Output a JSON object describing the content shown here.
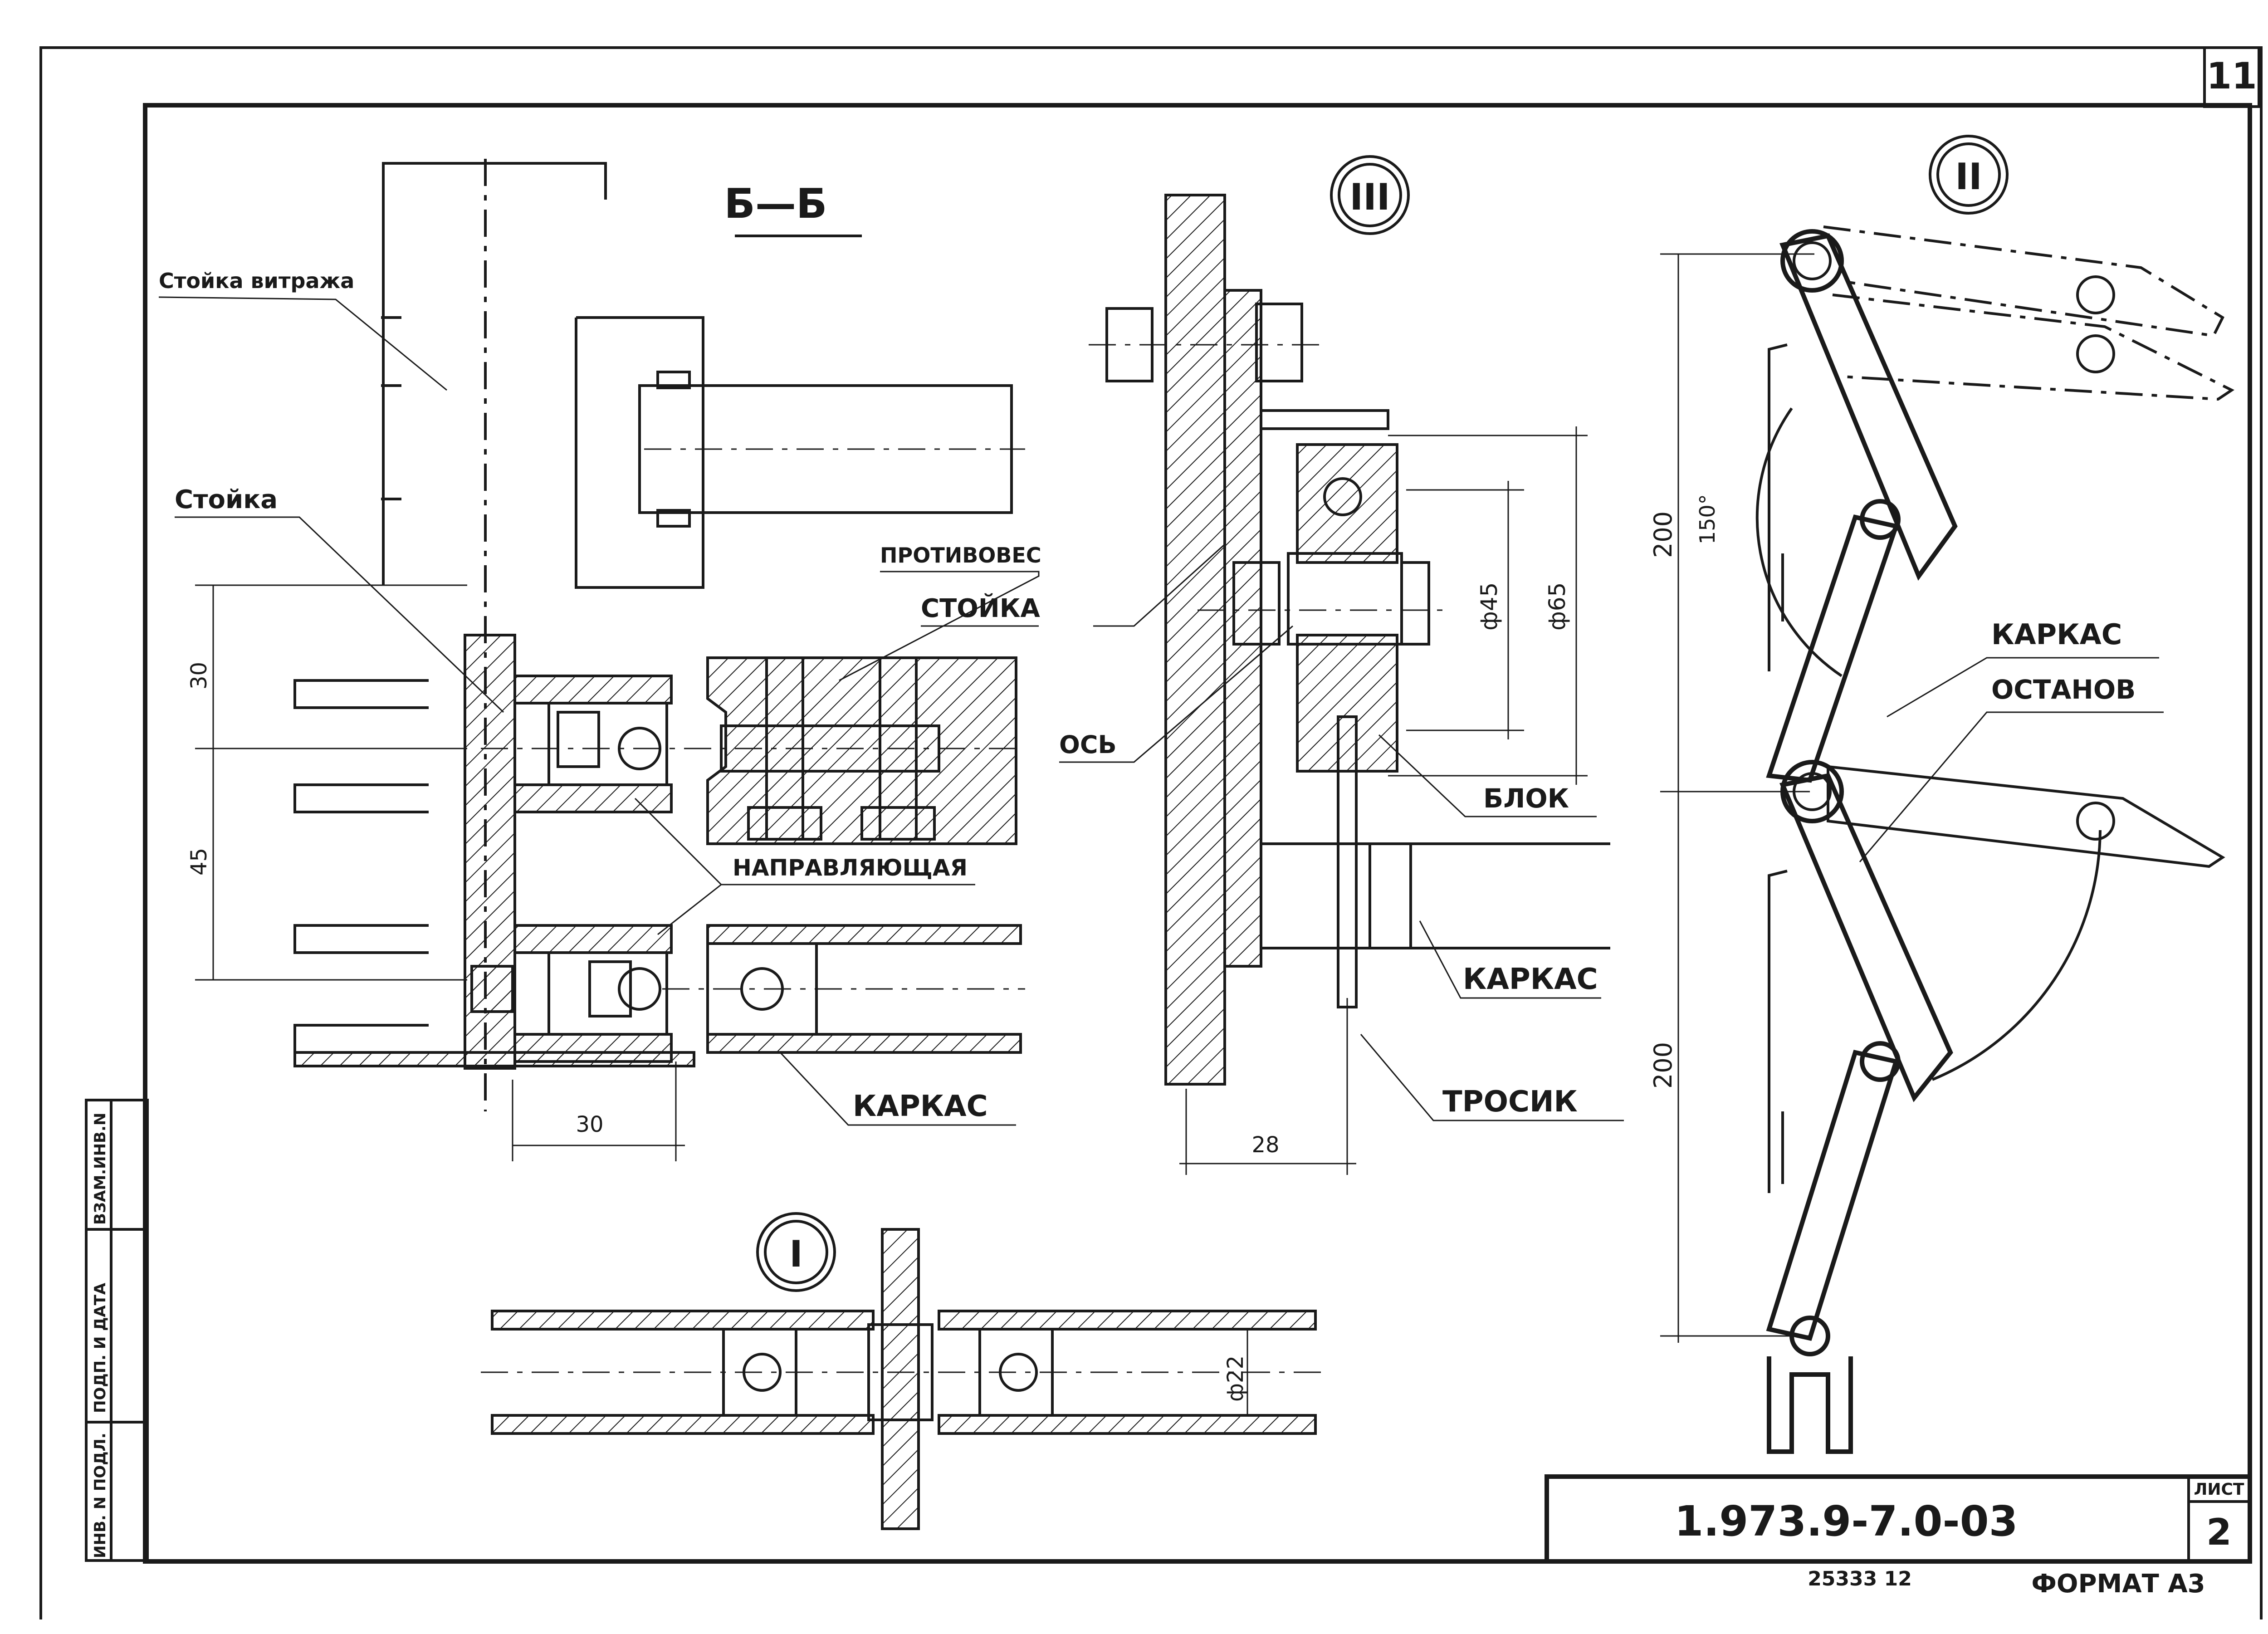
{
  "sheet": {
    "corner_number": "11",
    "stamp_code": "1.973.9-7.0-03",
    "sheet_label": "ЛИСТ",
    "sheet_number": "2",
    "bottom_code": "25333 12",
    "format": "ФОРМАТ А3"
  },
  "side_stamp": [
    "ИНВ. N ПОДЛ.",
    "ПОДП. И ДАТА",
    "ВЗАМ.ИНВ.N"
  ],
  "view_bb": {
    "title": "Б—Б",
    "labels": {
      "stoika_vitrazha": "Стойка витража",
      "stoika_left": "Стойка",
      "protivoves": "ПРОТИВОВЕС",
      "stoika_right": "СТОЙКА",
      "napravlyayushchaya": "НАПРАВЛЯЮЩАЯ",
      "karkas": "КАРКАС"
    },
    "dims": {
      "d30_vert": "30",
      "d45_vert": "45",
      "d30_horiz": "30"
    }
  },
  "view_III": {
    "marker": "III",
    "labels": {
      "os": "ОСЬ",
      "blok": "БЛОК",
      "karkas": "КАРКАС",
      "trosik": "ТРОСИК"
    },
    "dims": {
      "phi45": "ф45",
      "phi65": "ф65",
      "d28": "28"
    }
  },
  "view_I": {
    "marker": "I",
    "dims": {
      "phi22": "ф22"
    }
  },
  "view_II": {
    "marker": "II",
    "labels": {
      "karkas": "КАРКАС",
      "ostanov": "ОСТАНОВ"
    },
    "dims": {
      "d200_top": "200",
      "d200_bottom": "200",
      "angle": "150°"
    }
  }
}
